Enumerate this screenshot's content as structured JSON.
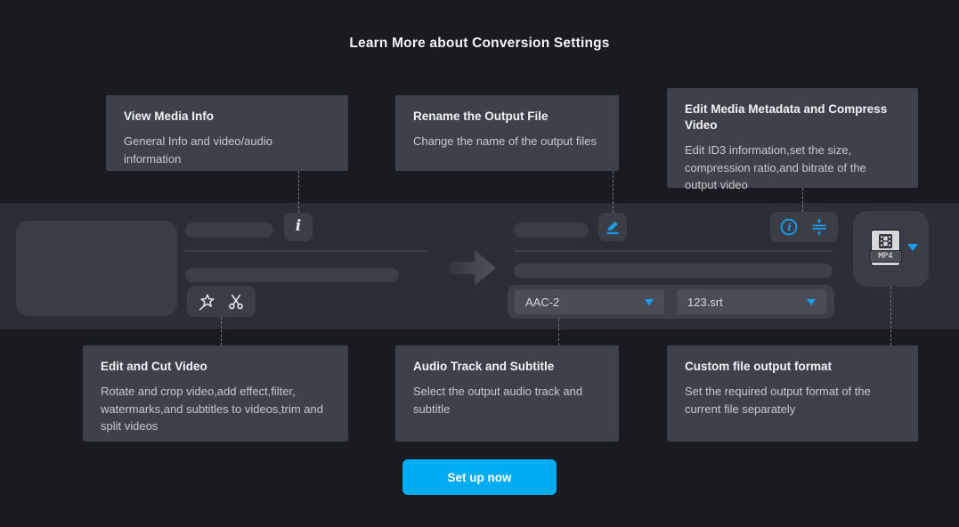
{
  "title": "Learn More about Conversion Settings",
  "colors": {
    "accent": "#1b9df0",
    "cta_bg": "#00acf3",
    "band_bg": "#2c2e36",
    "page_bg": "#1a1b21",
    "tooltip_bg": "#3e414a"
  },
  "tooltips": {
    "top": [
      {
        "title": "View Media Info",
        "body": "General Info and video/audio information"
      },
      {
        "title": "Rename the Output File",
        "body": "Change the name of the output files"
      },
      {
        "title": "Edit Media Metadata and Compress Video",
        "body": "Edit ID3 information,set the size, compression ratio,and bitrate of the output video"
      }
    ],
    "bottom": [
      {
        "title": "Edit and Cut Video",
        "body": "Rotate and crop video,add effect,filter, watermarks,and subtitles to videos,trim and split videos"
      },
      {
        "title": "Audio Track and Subtitle",
        "body": "Select the output audio track and subtitle"
      },
      {
        "title": "Custom file output format",
        "body": "Set the required output format of the current file separately"
      }
    ]
  },
  "file_row": {
    "audio_dropdown": {
      "value": "AAC-2"
    },
    "subtitle_dropdown": {
      "value": "123.srt"
    },
    "format_button": {
      "label": "MP4"
    }
  },
  "icons": {
    "info_glyph": "i",
    "media_info": "italic-i-icon",
    "rename": "pencil-underline-icon",
    "metadata": "circle-info-icon",
    "compress": "compress-lines-icon",
    "effects": "magic-star-icon",
    "cut": "scissors-icon",
    "flow": "right-arrow",
    "dropdown": "caret-down-triangle"
  },
  "cta": {
    "label": "Set up now"
  }
}
